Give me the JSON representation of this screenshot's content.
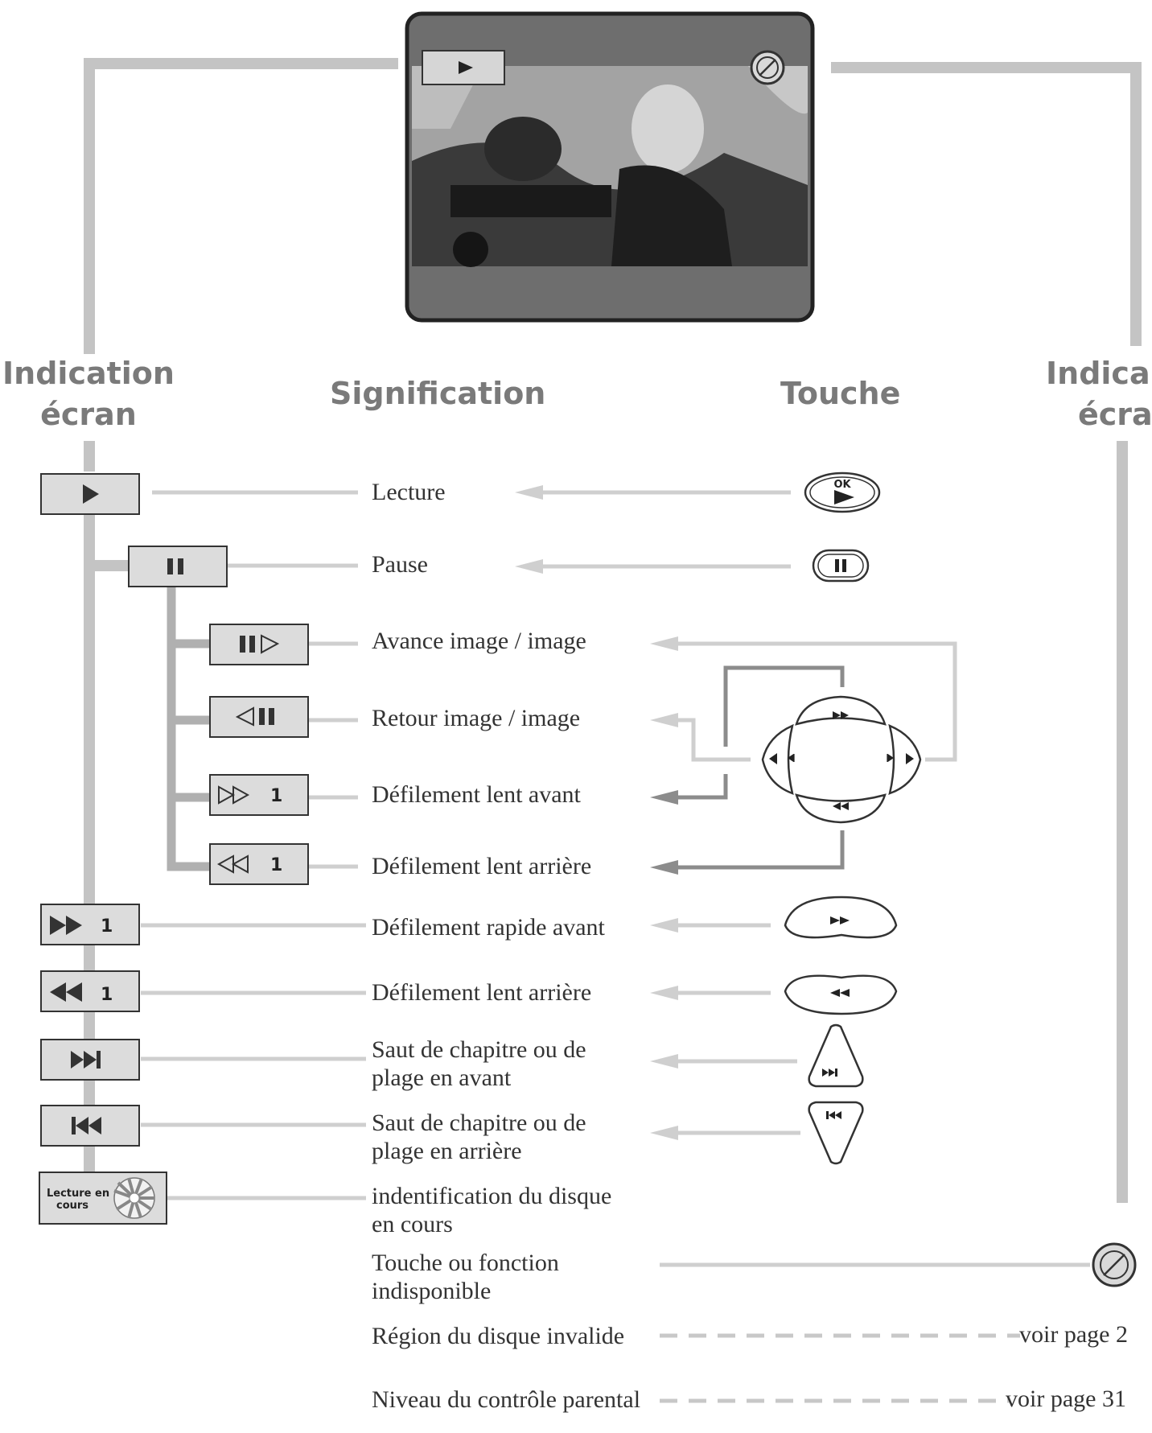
{
  "headers": {
    "indication_left_line1": "Indication",
    "indication_left_line2": "écran",
    "signification": "Signification",
    "touche": "Touche",
    "indication_right_line1": "Indica",
    "indication_right_line2": "écra"
  },
  "screen": {
    "play_icon": "play-icon",
    "prohibited_icon": "prohibited-icon"
  },
  "boxes": {
    "slow_forward_count": "1",
    "slow_reverse_count": "1",
    "fast_forward_count": "1",
    "fast_reverse_count": "1",
    "disc_label_line1": "Lecture en",
    "disc_label_line2": "cours"
  },
  "rows": {
    "lecture": "Lecture",
    "pause": "Pause",
    "avance": "Avance image / image",
    "retour": "Retour image / image",
    "lent_avant": "Défilement lent avant",
    "lent_arriere": "Défilement lent arrière",
    "rapide_avant": "Défilement rapide avant",
    "rapide_arriere": "Défilement lent arrière",
    "saut_avant_line1": "Saut de chapitre ou de",
    "saut_avant_line2": "plage en avant",
    "saut_arriere_line1": "Saut de chapitre ou de",
    "saut_arriere_line2": "plage en arrière",
    "disque_line1": "indentification du disque",
    "disque_line2": "en cours",
    "indispo_line1": "Touche ou fonction",
    "indispo_line2": "indisponible",
    "region": "Région du disque invalide",
    "parental": "Niveau du contrôle parental"
  },
  "refs": {
    "region_ref": "voir page 2",
    "parental_ref": "voir page 31"
  },
  "buttons": {
    "ok_label": "OK"
  }
}
